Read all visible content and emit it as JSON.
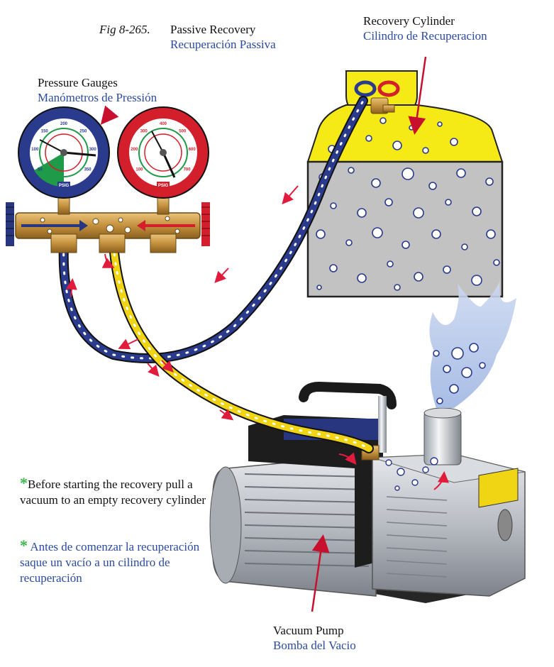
{
  "figure": {
    "number": "Fig 8-265.",
    "title_en": "Passive Recovery",
    "title_es": "Recuperación Passiva"
  },
  "labels": {
    "gauges_en": "Pressure Gauges",
    "gauges_es": "Manómetros de Pressión",
    "cylinder_en": "Recovery Cylinder",
    "cylinder_es": "Cilindro de Recuperacion",
    "pump_en": "Vacuum Pump",
    "pump_es": "Bomba del Vacio"
  },
  "notes": {
    "bullet": "*",
    "en": "Before starting the recovery pull a vacuum to an empty recovery cylinder",
    "es": "Antes de comenzar la recuperación saque un vacío a un cilindro de recuperación"
  },
  "gauges": {
    "low_unit": "PSIG",
    "high_unit": "PSIG",
    "low_ticks": [
      "50",
      "100",
      "150",
      "200",
      "250",
      "300",
      "350"
    ],
    "high_ticks": [
      "100",
      "200",
      "300",
      "400",
      "500",
      "600",
      "700"
    ]
  },
  "colors": {
    "low_side": "#2a3a8c",
    "high_side": "#d21f2b",
    "liquid_line": "#f0d515",
    "cylinder_vapor": "#f5ea16",
    "cylinder_liquid": "#bfbfbf",
    "brass": "#c99a45",
    "flow_arrow": "#e01b3c",
    "vapor_plume": "#a9bfe6",
    "english_text": "#111111",
    "spanish_text": "#2b4aa0",
    "note_bullet": "#39b54a"
  },
  "icons": [
    "flow-arrow-icon",
    "pointer-arrow-icon",
    "bubble-icon"
  ]
}
